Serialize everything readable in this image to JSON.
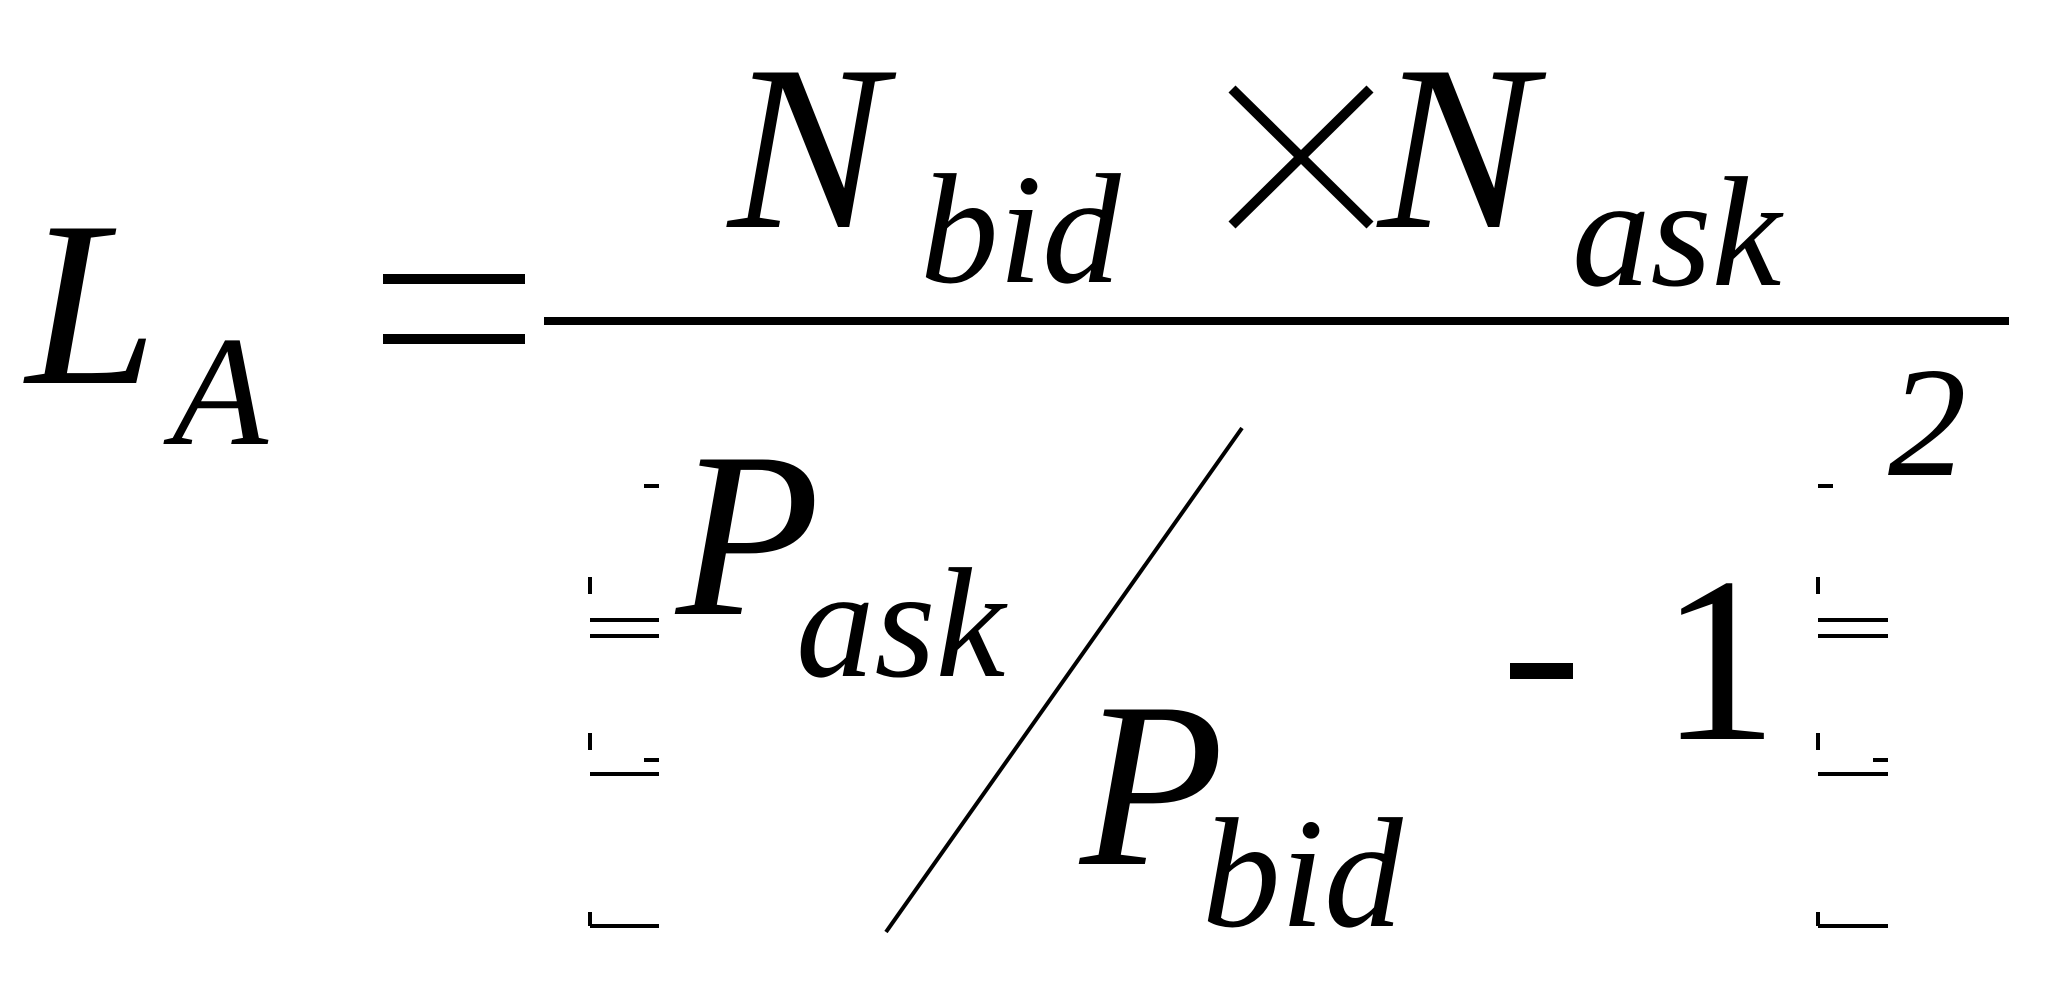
{
  "formula": {
    "lhs": {
      "symbol": "L",
      "subscript": "A"
    },
    "equals": "=",
    "numerator": {
      "term1": {
        "symbol": "N",
        "subscript": "bid"
      },
      "operator": "×",
      "term2": {
        "symbol": "N",
        "subscript": "ask"
      }
    },
    "denominator": {
      "ratio_top": {
        "symbol": "P",
        "subscript": "ask"
      },
      "ratio_bottom": {
        "symbol": "P",
        "subscript": "bid"
      },
      "minus": "-",
      "one": "1",
      "exponent": "2"
    }
  }
}
